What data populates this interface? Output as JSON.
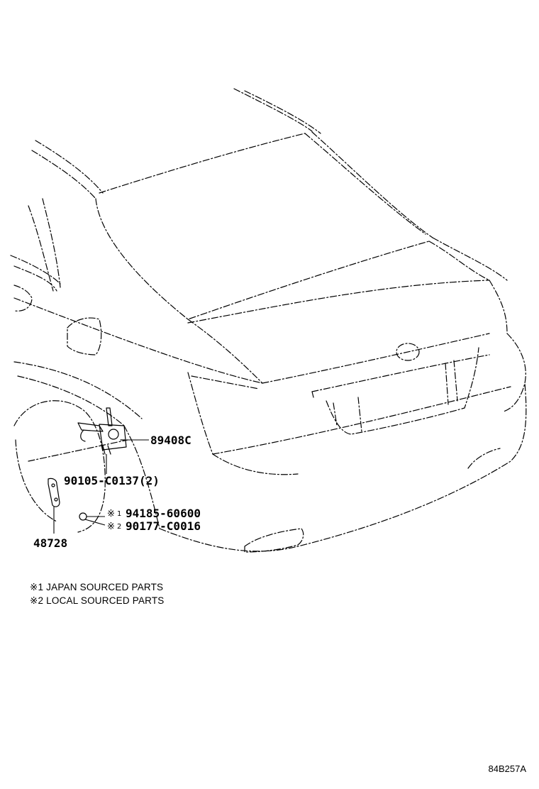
{
  "parts": {
    "p1": "89408C",
    "p2": "90105-C0137(2)",
    "p3": "94185-60600",
    "p4": "90177-C0016",
    "p5": "48728"
  },
  "marks": {
    "m1": "※",
    "m1_num": "1",
    "m2": "※",
    "m2_num": "2"
  },
  "legend": {
    "line1": "※1 JAPAN SOURCED PARTS",
    "line2": "※2 LOCAL SOURCED PARTS"
  },
  "ref_code": "84B257A"
}
